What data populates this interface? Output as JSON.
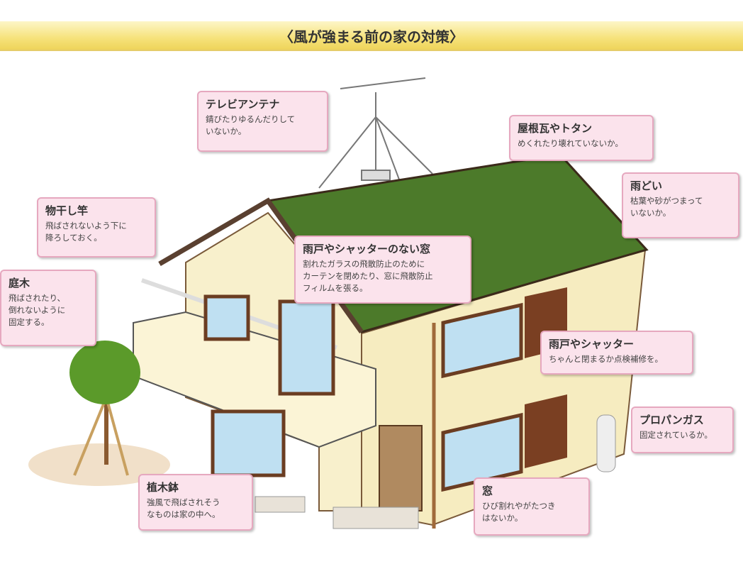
{
  "title": "〈風が強まる前の家の対策〉",
  "callouts": {
    "antenna": {
      "heading": "テレビアンテナ",
      "body": "錆びたりゆるんだりして\nいないか。"
    },
    "roof": {
      "heading": "屋根瓦やトタン",
      "body": "めくれたり壊れていないか。"
    },
    "gutter": {
      "heading": "雨どい",
      "body": "枯葉や砂がつまって\nいないか。"
    },
    "pole": {
      "heading": "物干し竿",
      "body": "飛ばされないよう下に\n降ろしておく。"
    },
    "tree": {
      "heading": "庭木",
      "body": "飛ばされたり、\n倒れないように\n固定する。"
    },
    "window_no_shutter": {
      "heading": "雨戸やシャッターのない窓",
      "body": "割れたガラスの飛散防止のために\nカーテンを閉めたり、窓に飛散防止\nフィルムを張る。"
    },
    "shutter": {
      "heading": "雨戸やシャッター",
      "body": "ちゃんと閉まるか点検補修を。"
    },
    "propane": {
      "heading": "プロパンガス",
      "body": "固定されているか。"
    },
    "plant_pot": {
      "heading": "植木鉢",
      "body": "強風で飛ばされそう\nなものは家の中へ。"
    },
    "window": {
      "heading": "窓",
      "body": "ひび割れやがたつき\nはないか。"
    }
  }
}
